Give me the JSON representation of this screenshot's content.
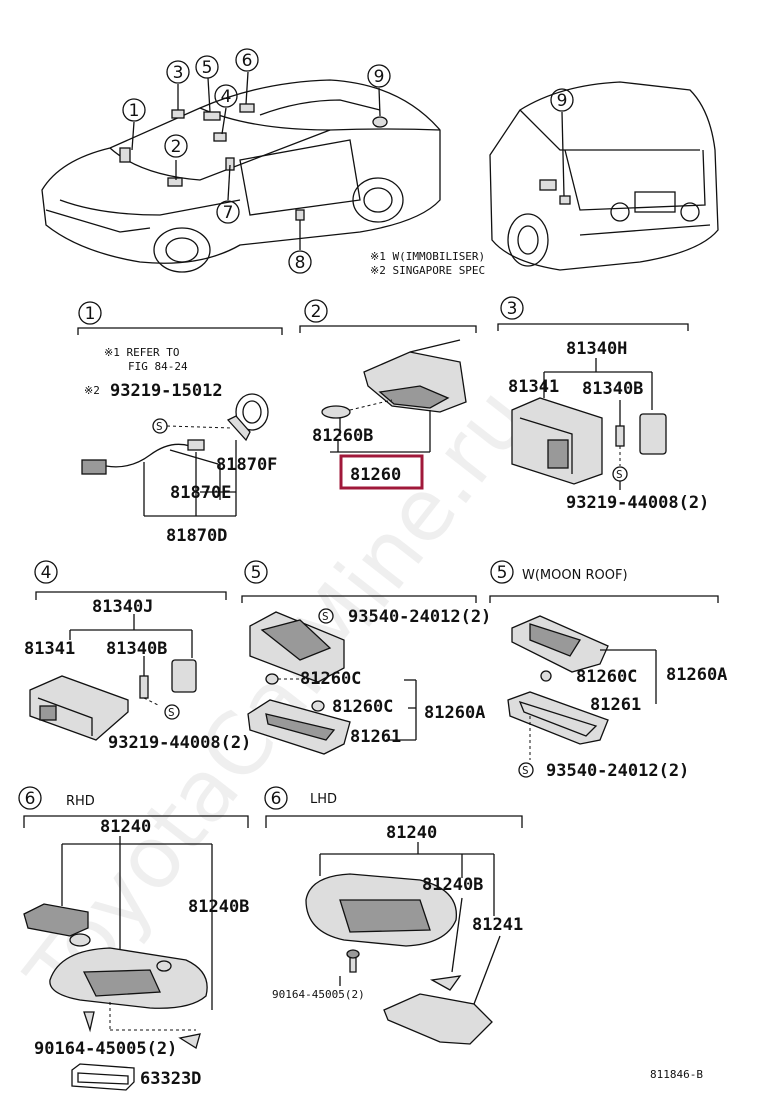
{
  "overview": {
    "callouts": [
      "1",
      "2",
      "3",
      "4",
      "5",
      "6",
      "7",
      "8",
      "9",
      "9"
    ],
    "notes": [
      "※1 W(IMMOBILISER)",
      "※2 SINGAPORE SPEC"
    ]
  },
  "s1": {
    "num": "1",
    "note1a": "※1 REFER TO",
    "note1b": "FIG 84-24",
    "star2": "※2",
    "p_screw": "93219-15012",
    "p_f": "81870F",
    "p_e": "81870E",
    "p_d": "81870D"
  },
  "s2": {
    "num": "2",
    "p_b": "81260B",
    "p_main": "81260"
  },
  "s3": {
    "num": "3",
    "p_h": "81340H",
    "p_341": "81341",
    "p_b": "81340B",
    "p_screw": "93219-44008(2)"
  },
  "s4": {
    "num": "4",
    "p_j": "81340J",
    "p_341": "81341",
    "p_b": "81340B",
    "p_screw": "93219-44008(2)"
  },
  "s5": {
    "num": "5",
    "p_screw": "93540-24012(2)",
    "p_c1": "81260C",
    "p_c2": "81260C",
    "p_a": "81260A",
    "p_261": "81261"
  },
  "s5b": {
    "num": "5",
    "label": "W(MOON ROOF)",
    "p_c": "81260C",
    "p_a": "81260A",
    "p_261": "81261",
    "p_screw": "93540-24012(2)"
  },
  "s6r": {
    "num": "6",
    "label": "RHD",
    "p_240": "81240",
    "p_b": "81240B",
    "p_screw": "90164-45005(2)",
    "p_d": "63323D"
  },
  "s6l": {
    "num": "6",
    "label": "LHD",
    "p_240": "81240",
    "p_b": "81240B",
    "p_241": "81241",
    "p_screw": "90164-45005(2)"
  },
  "footer": {
    "code": "811846-B"
  },
  "watermark": "ToyotaCarMine.ru",
  "highlight_color": "#a0183a"
}
